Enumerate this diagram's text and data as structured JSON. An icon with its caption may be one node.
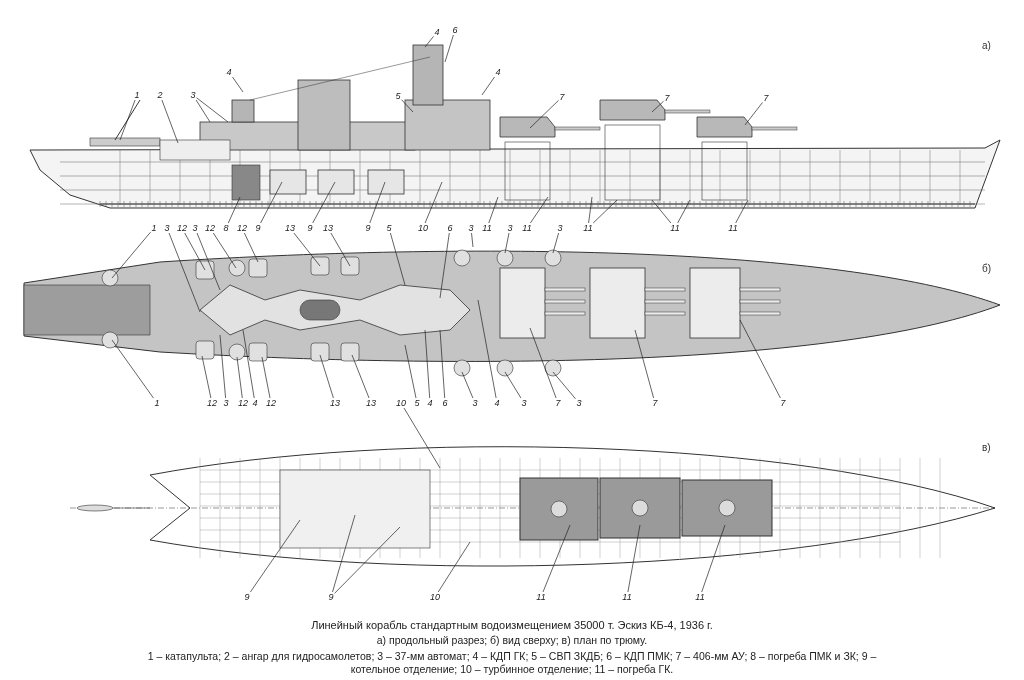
{
  "diagram": {
    "caption": "Линейный корабль стандартным водоизмещением 35000 т. Эскиз КБ-4, 1936 г.",
    "nodes": [
      {
        "text": [
          "4"
        ]
      },
      {
        "text": [
          "6"
        ]
      },
      {
        "text": [
          "4"
        ]
      },
      {
        "text": [
          "4"
        ]
      },
      {
        "text": [
          "1"
        ]
      },
      {
        "text": [
          "2"
        ]
      },
      {
        "text": [
          "3"
        ]
      },
      {
        "text": [
          "5"
        ]
      },
      {
        "text": [
          "7"
        ]
      },
      {
        "text": [
          "7"
        ]
      },
      {
        "text": [
          "7"
        ]
      },
      {
        "text": [
          "1"
        ]
      },
      {
        "text": [
          "3"
        ]
      },
      {
        "text": [
          "12"
        ]
      },
      {
        "text": [
          "3"
        ]
      },
      {
        "text": [
          "12"
        ]
      },
      {
        "text": [
          "8"
        ]
      },
      {
        "text": [
          "12"
        ]
      },
      {
        "text": [
          "9"
        ]
      },
      {
        "text": [
          "13"
        ]
      },
      {
        "text": [
          "9"
        ]
      },
      {
        "text": [
          "13"
        ]
      },
      {
        "text": [
          "9"
        ]
      },
      {
        "text": [
          "5"
        ]
      },
      {
        "text": [
          "10"
        ]
      },
      {
        "text": [
          "6"
        ]
      },
      {
        "text": [
          "3"
        ]
      },
      {
        "text": [
          "11"
        ]
      },
      {
        "text": [
          "3"
        ]
      },
      {
        "text": [
          "11"
        ]
      },
      {
        "text": [
          "3"
        ]
      },
      {
        "text": [
          "11"
        ]
      },
      {
        "text": [
          "11"
        ]
      },
      {
        "text": [
          "11"
        ]
      },
      {
        "text": [
          "1"
        ]
      },
      {
        "text": [
          "12"
        ]
      },
      {
        "text": [
          "3"
        ]
      },
      {
        "text": [
          "12"
        ]
      },
      {
        "text": [
          "4"
        ]
      },
      {
        "text": [
          "12"
        ]
      },
      {
        "text": [
          "13"
        ]
      },
      {
        "text": [
          "13"
        ]
      },
      {
        "text": [
          "10"
        ]
      },
      {
        "text": [
          "5"
        ]
      },
      {
        "text": [
          "4"
        ]
      },
      {
        "text": [
          "6"
        ]
      },
      {
        "text": [
          "3"
        ]
      },
      {
        "text": [
          "4"
        ]
      },
      {
        "text": [
          "3"
        ]
      },
      {
        "text": [
          "7"
        ]
      },
      {
        "text": [
          "3"
        ]
      },
      {
        "text": [
          "7"
        ]
      },
      {
        "text": [
          "7"
        ]
      },
      {
        "text": [
          "9"
        ]
      },
      {
        "text": [
          "9"
        ]
      },
      {
        "text": [
          "10"
        ]
      },
      {
        "text": [
          "11"
        ]
      },
      {
        "text": [
          "11"
        ]
      },
      {
        "text": [
          "11"
        ]
      }
    ],
    "edges": [
      {
        "from": 0,
        "to": null,
        "arrow": "none"
      },
      {
        "from": 1,
        "to": null,
        "arrow": "none"
      },
      {
        "from": 2,
        "to": null,
        "arrow": "none"
      },
      {
        "from": 3,
        "to": null,
        "arrow": "none"
      },
      {
        "from": 4,
        "to": null,
        "arrow": "none"
      },
      {
        "from": 5,
        "to": null,
        "arrow": "none"
      },
      {
        "from": 6,
        "to": null,
        "arrow": "none"
      },
      {
        "from": 6,
        "to": null,
        "arrow": "none"
      },
      {
        "from": 7,
        "to": null,
        "arrow": "none"
      },
      {
        "from": 8,
        "to": null,
        "arrow": "none"
      },
      {
        "from": 9,
        "to": null,
        "arrow": "none"
      },
      {
        "from": 10,
        "to": null,
        "arrow": "none"
      },
      {
        "from": 11,
        "to": null,
        "arrow": "none"
      },
      {
        "from": 12,
        "to": null,
        "arrow": "none"
      },
      {
        "from": 13,
        "to": null,
        "arrow": "none"
      },
      {
        "from": 14,
        "to": null,
        "arrow": "none"
      },
      {
        "from": 15,
        "to": null,
        "arrow": "none"
      },
      {
        "from": 16,
        "to": null,
        "arrow": "none"
      },
      {
        "from": 17,
        "to": null,
        "arrow": "none"
      },
      {
        "from": 18,
        "to": null,
        "arrow": "none"
      },
      {
        "from": 19,
        "to": null,
        "arrow": "none"
      },
      {
        "from": 20,
        "to": null,
        "arrow": "none"
      },
      {
        "from": 21,
        "to": null,
        "arrow": "none"
      },
      {
        "from": 22,
        "to": null,
        "arrow": "none"
      },
      {
        "from": 23,
        "to": null,
        "arrow": "none"
      },
      {
        "from": 24,
        "to": null,
        "arrow": "none"
      },
      {
        "from": 25,
        "to": null,
        "arrow": "none"
      },
      {
        "from": 26,
        "to": null,
        "arrow": "none"
      },
      {
        "from": 27,
        "to": null,
        "arrow": "none"
      },
      {
        "from": 28,
        "to": null,
        "arrow": "none"
      },
      {
        "from": 29,
        "to": null,
        "arrow": "none"
      },
      {
        "from": 30,
        "to": null,
        "arrow": "none"
      },
      {
        "from": 31,
        "to": null,
        "arrow": "none"
      },
      {
        "from": 31,
        "to": null,
        "arrow": "none"
      },
      {
        "from": 32,
        "to": null,
        "arrow": "none"
      },
      {
        "from": 32,
        "to": null,
        "arrow": "none"
      },
      {
        "from": 33,
        "to": null,
        "arrow": "none"
      },
      {
        "from": 34,
        "to": null,
        "arrow": "none"
      },
      {
        "from": 35,
        "to": null,
        "arrow": "none"
      },
      {
        "from": 36,
        "to": null,
        "arrow": "none"
      },
      {
        "from": 37,
        "to": null,
        "arrow": "none"
      },
      {
        "from": 38,
        "to": null,
        "arrow": "none"
      },
      {
        "from": 39,
        "to": null,
        "arrow": "none"
      },
      {
        "from": 40,
        "to": null,
        "arrow": "none"
      },
      {
        "from": 41,
        "to": null,
        "arrow": "none"
      },
      {
        "from": 42,
        "to": null,
        "arrow": "none"
      },
      {
        "from": 43,
        "to": null,
        "arrow": "none"
      },
      {
        "from": 44,
        "to": null,
        "arrow": "none"
      },
      {
        "from": 45,
        "to": null,
        "arrow": "none"
      },
      {
        "from": 46,
        "to": null,
        "arrow": "none"
      },
      {
        "from": 47,
        "to": null,
        "arrow": "none"
      },
      {
        "from": 48,
        "to": null,
        "arrow": "none"
      },
      {
        "from": 49,
        "to": null,
        "arrow": "none"
      },
      {
        "from": 50,
        "to": null,
        "arrow": "none"
      },
      {
        "from": 51,
        "to": null,
        "arrow": "none"
      },
      {
        "from": 52,
        "to": null,
        "arrow": "none"
      },
      {
        "from": 53,
        "to": null,
        "arrow": "none"
      },
      {
        "from": 54,
        "to": null,
        "arrow": "none"
      },
      {
        "from": 54,
        "to": null,
        "arrow": "none"
      },
      {
        "from": 55,
        "to": null,
        "arrow": "none"
      },
      {
        "from": 56,
        "to": null,
        "arrow": "none"
      },
      {
        "from": 57,
        "to": null,
        "arrow": "none"
      },
      {
        "from": 58,
        "to": null,
        "arrow": "none"
      }
    ],
    "labels": [
      "а)",
      "б)",
      "в)",
      "а) продольный разрез; б) вид сверху; в) план по трюму.",
      "1 – катапульта; 2 – ангар для гидросамолетов; 3 – 37-мм автомат; 4 – КДП ГК; 5 – СВП ЗКДБ; 6 – КДП ПМК; 7 – 406-мм АУ; 8 – погреба ПМК и ЗК; 9 – котельное отделение; 10 – турбинное отделение; 11 – погреба ГК."
    ]
  }
}
